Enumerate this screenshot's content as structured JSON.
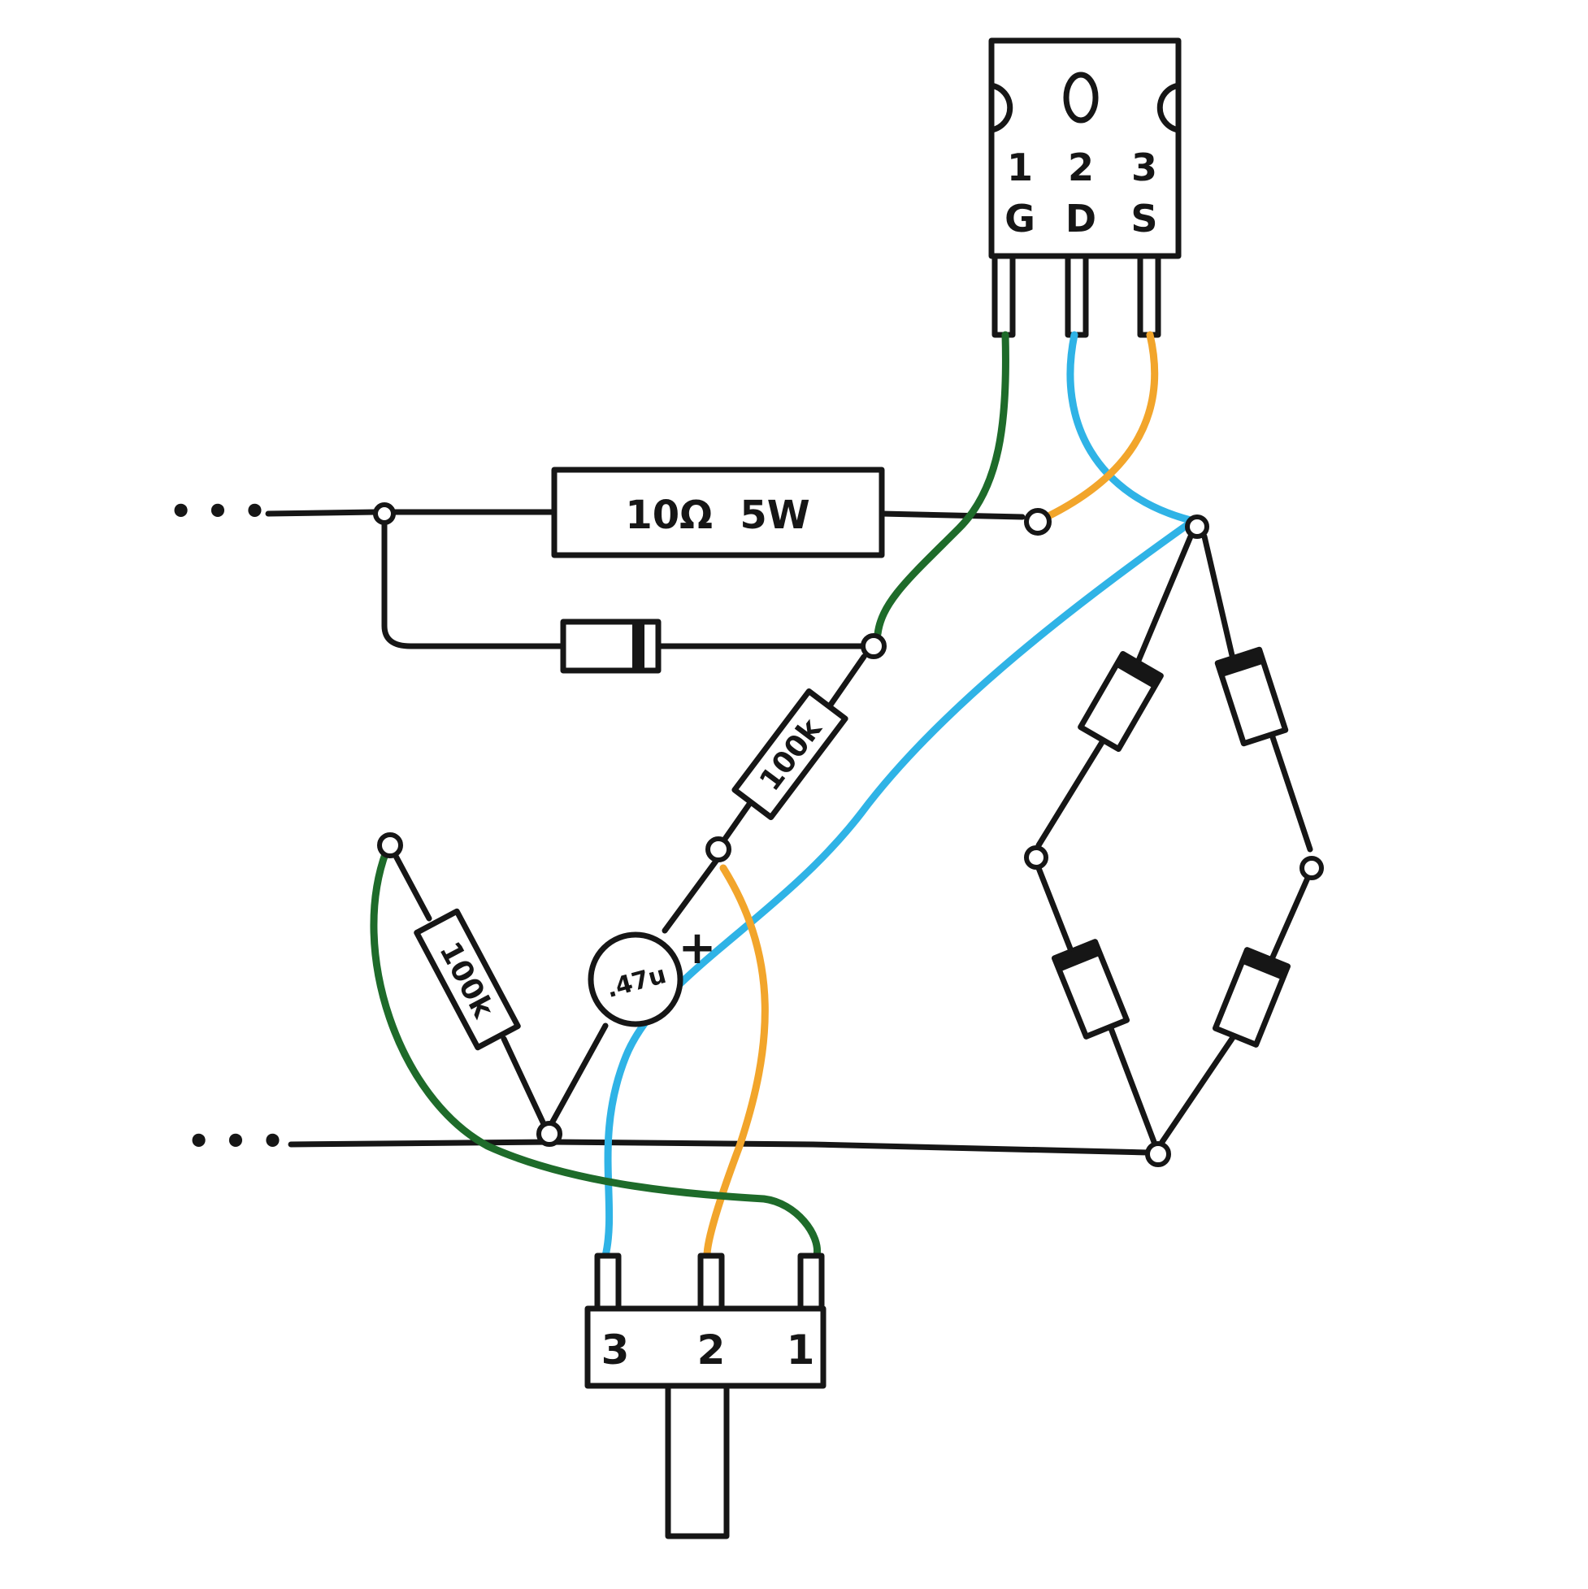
{
  "colors": {
    "ink": "#161616",
    "gate_wire": "#1e6b2a",
    "drain_wire": "#2fb3e6",
    "source_wire": "#f2a52b",
    "paper": "#ffffff"
  },
  "mosfet": {
    "pins": [
      "1",
      "2",
      "3"
    ],
    "pin_names": [
      "G",
      "D",
      "S"
    ]
  },
  "resistor_main": {
    "label": "10Ω  5W"
  },
  "resistor_upper": {
    "label": "100k"
  },
  "resistor_lower": {
    "label": "100k"
  },
  "capacitor": {
    "label": ".47u",
    "polarity": "+"
  },
  "potentiometer": {
    "pins": [
      "3",
      "2",
      "1"
    ]
  },
  "continuation": {
    "symbol": "• • •"
  }
}
